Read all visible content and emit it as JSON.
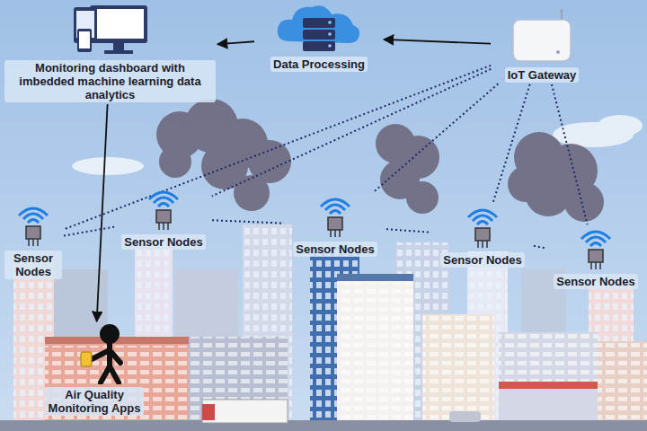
{
  "diagram": {
    "nodes": [
      {
        "text": [
          "Monitoring dashboard with imbedded machine learning data analytics"
        ]
      },
      {
        "text": [
          "Data Processing"
        ]
      },
      {
        "text": [
          "IoT Gateway"
        ]
      },
      {
        "text": [
          "Sensor Nodes"
        ]
      },
      {
        "text": [
          "Sensor Nodes"
        ]
      },
      {
        "text": [
          "Sensor Nodes"
        ]
      },
      {
        "text": [
          "Sensor Nodes"
        ]
      },
      {
        "text": [
          "Sensor Nodes"
        ]
      },
      {
        "text": [
          "Air Quality Monitoring Apps"
        ]
      }
    ],
    "edges": [
      {
        "from": 2,
        "to": 1,
        "arrow": "to"
      },
      {
        "from": 1,
        "to": 0,
        "arrow": "to"
      },
      {
        "from": 0,
        "to": 8,
        "arrow": "to"
      },
      {
        "from": 2,
        "to": 3,
        "arrow": "none"
      },
      {
        "from": 2,
        "to": 4,
        "arrow": "none"
      },
      {
        "from": 2,
        "to": 5,
        "arrow": "none"
      },
      {
        "from": 2,
        "to": 6,
        "arrow": "none"
      },
      {
        "from": 2,
        "to": 7,
        "arrow": "none"
      },
      {
        "from": 3,
        "to": 4,
        "arrow": "none"
      },
      {
        "from": 4,
        "to": 5,
        "arrow": "none"
      },
      {
        "from": 5,
        "to": 6,
        "arrow": "none"
      },
      {
        "from": 6,
        "to": 7,
        "arrow": "none"
      }
    ]
  }
}
